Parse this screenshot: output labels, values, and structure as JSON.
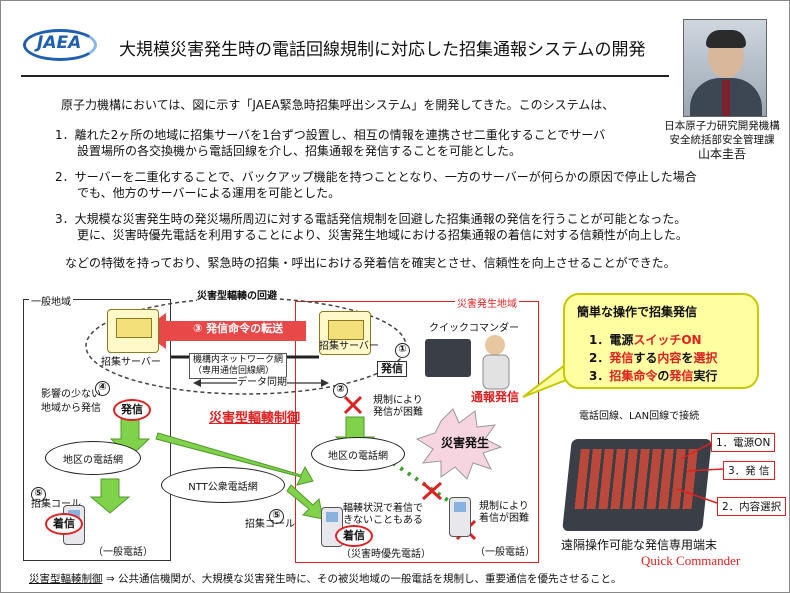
{
  "header": {
    "logo_text": "JAEA",
    "title": "大規模災害発生時の電話回線規制に対応した招集通報システムの開発"
  },
  "author": {
    "org": "日本原子力研究開発機構",
    "dept": "安全統括部安全管理課",
    "name": "山本圭吾"
  },
  "body": {
    "intro": "原子力機構においては、図に示す「JAEA緊急時招集呼出システム」を開発してきた。このシステムは、",
    "item1_a": "1．離れた2ヶ所の地域に招集サーバを1台ずつ設置し、相互の情報を連携させ二重化することでサーバ",
    "item1_b": "設置場所の各交換機から電話回線を介し、招集通報を発信することを可能とした。",
    "item2_a": "2．サーバーを二重化することで、バックアップ機能を持つこととなり、一方のサーバーが何らかの原因で停止した場合",
    "item2_b": "でも、他方のサーバーによる運用を可能とした。",
    "item3_a": "3．大規模な災害発生時の発災場所周辺に対する電話発信規制を回避した招集通報の発信を行うことが可能となった。",
    "item3_b": "更に、災害時優先電話を利用することにより、災害発生地域における招集通報の着信に対する信頼性が向上した。",
    "closing": "などの特徴を持っており、緊急時の招集・呼出における発着信を確実とさせ、信頼性を向上させることができた。"
  },
  "diagram": {
    "general_area": "一般地域",
    "disaster_area": "災害発生地域",
    "detour_route": "災害型輻輳の回避",
    "step3": "③ 発信命令の転送",
    "server_left": "招集サーバー",
    "server_right": "招集サーバー",
    "network_a": "機構内ネットワーク網",
    "network_b": "（専用通信回線網）",
    "data_sync": "データ同期",
    "step1": "①",
    "quick_commander_small": "クイックコマンダー",
    "send": "発信",
    "notify_send": "通報発信",
    "step4": "④",
    "low_impact_a": "影響の少ない",
    "low_impact_b": "地域から発信",
    "send_left": "発信",
    "step2": "②",
    "restrict_a": "規制により",
    "restrict_b": "発信が困難",
    "congestion_control": "災害型輻輳制御",
    "disaster_occur": "災害発生",
    "local_net_left": "地区の電話網",
    "local_net_right": "地区の電話網",
    "ntt_net": "NTT公衆電話網",
    "step5_left": "⑤",
    "call_left": "招集コール",
    "recv_left": "着信",
    "phone_general_left": "（一般電話）",
    "step5_mid": "⑤",
    "call_mid": "招集コール",
    "congest_a": "輻輳状況で着信で",
    "congest_b": "きないこともある",
    "recv_mid": "着信",
    "priority_phone": "（災害時優先電話）",
    "restrict_recv_a": "規制により",
    "restrict_recv_b": "着信が困難",
    "phone_general_right": "（一般電話）"
  },
  "bubble": {
    "title": "簡単な操作で招集発信",
    "item1_prefix": "1．電源",
    "item1_highlight": "スイッチON",
    "item2_prefix": "2．",
    "item2_h1": "発信",
    "item2_mid": "する",
    "item2_h2": "内容",
    "item2_mid2": "を",
    "item2_h3": "選択",
    "item3_prefix": "3．",
    "item3_h1": "招集命令",
    "item3_mid": "の",
    "item3_h2": "発信",
    "item3_suffix": "実行"
  },
  "device": {
    "connection": "電話回線、LAN回線で接続",
    "callout1": "1．電源ON",
    "callout2": "3．発 信",
    "callout3": "2．内容選択",
    "caption": "遠隔操作可能な発信専用端末",
    "product": "Quick Commander"
  },
  "footer": {
    "term": "災害型輻輳制御",
    "definition": "⇒ 公共通信機関が、大規模な災害発生時に、その被災地域の一般電話を規制し、重要通信を優先させること。"
  },
  "colors": {
    "accent_red": "#e02020",
    "logo_blue": "#1f5fb0",
    "bubble_yellow": "#fffea0",
    "arrow_green": "#7fd24a"
  }
}
